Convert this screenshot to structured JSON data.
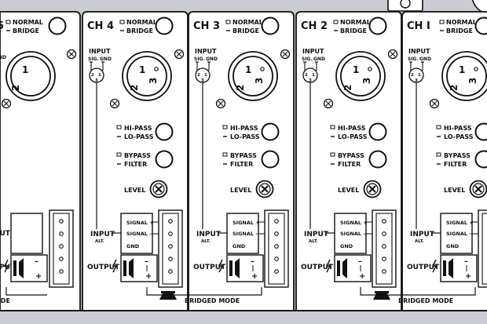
{
  "panel": {
    "bg_color": "#c9cdd3",
    "channel_bg_color": "#ffffff",
    "line_color": "#111111"
  },
  "channels": [
    {
      "id": "partial-left",
      "title": "5",
      "xlr_pins": [
        "1",
        "2",
        "3"
      ]
    },
    {
      "id": "ch4",
      "title": "CH 4",
      "xlr_pins": [
        "1",
        "2",
        "3"
      ]
    },
    {
      "id": "ch3",
      "title": "CH 3",
      "xlr_pins": [
        "1",
        "2",
        "3"
      ]
    },
    {
      "id": "ch2",
      "title": "CH 2",
      "xlr_pins": [
        "1",
        "2",
        "3"
      ]
    },
    {
      "id": "ch1",
      "title": "CH I",
      "xlr_pins": [
        "1",
        "2",
        "3"
      ]
    }
  ],
  "labels": {
    "normal": "NORMAL",
    "bridge": "BRIDGE",
    "input": "INPUT",
    "sig": "SIG.",
    "gnd": "GND",
    "hi_pass": "HI-PASS",
    "lo_pass": "LO-PASS",
    "bypass": "BYPASS",
    "filter": "FILTER",
    "level": "LEVEL",
    "signal_plus": "SIGNAL +",
    "signal_minus": "SIGNAL –",
    "gnd_term": "GND",
    "input_alt": "INPUT",
    "alt": "ALT.",
    "output": "OUTPUT",
    "speaker_plus": "+",
    "speaker_minus": "–",
    "small_pins": [
      "2",
      "1",
      "3"
    ]
  },
  "bridged_modes": [
    {
      "label": "BRIDGED MODE"
    },
    {
      "label": "BRIDGED MODE"
    },
    {
      "label": "ODE"
    }
  ]
}
